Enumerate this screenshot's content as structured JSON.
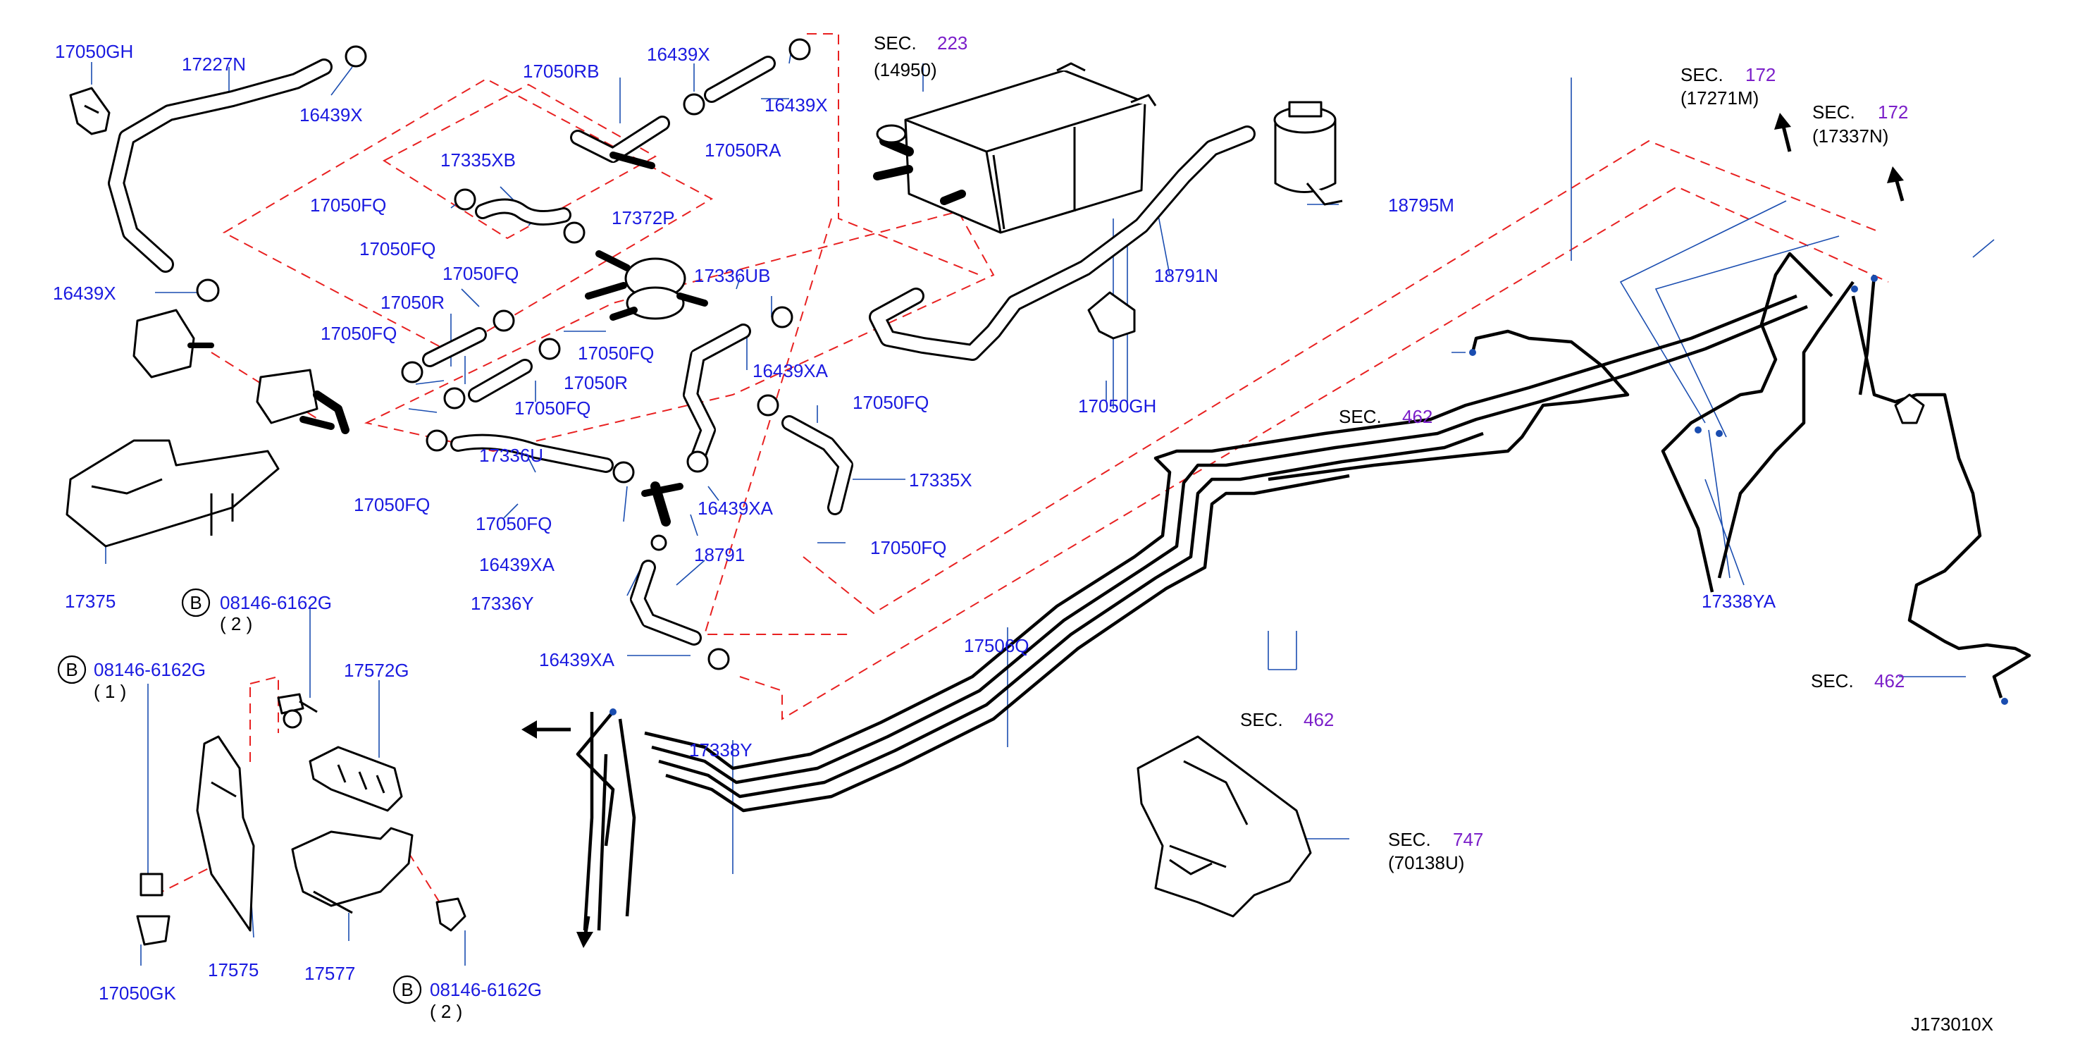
{
  "colors": {
    "part_label": "#1a1ae0",
    "section_number": "#7b1fc9",
    "section_text": "#000000",
    "dashed_line": "#e82020",
    "leader_line": "#1a4db0"
  },
  "diagram_id": "J173010X",
  "bolt_marker": "B",
  "parts": {
    "p17050GH_a": "17050GH",
    "p17227N": "17227N",
    "p16439X_a": "16439X",
    "p17050RB": "17050RB",
    "p16439X_b": "16439X",
    "p16439X_c": "16439X",
    "p17050RA": "17050RA",
    "p17335XB": "17335XB",
    "p17050FQ_a": "17050FQ",
    "p17372P": "17372P",
    "p17050FQ_b": "17050FQ",
    "p16439X_d": "16439X",
    "p17050FQ_c": "17050FQ",
    "p17050R_a": "17050R",
    "p17336UB": "17336UB",
    "p17050FQ_d": "17050FQ",
    "p17050FQ_e": "17050FQ",
    "p17050R_b": "17050R",
    "p16439XA_a": "16439XA",
    "p17050FQ_f": "17050FQ",
    "p17050FQ_g": "17050FQ",
    "p17335X": "17335X",
    "p17050FQ_h": "17050FQ",
    "p17336U": "17336U",
    "p16439XA_b": "16439XA",
    "p17050FQ_i": "17050FQ",
    "p18791": "18791",
    "p17050FQ_j": "17050FQ",
    "p16439XA_c": "16439XA",
    "p17375": "17375",
    "p17336Y": "17336Y",
    "p16439XA_d": "16439XA",
    "p18791N": "18791N",
    "p17050GH_b": "17050GH",
    "p18795M": "18795M",
    "p17506Q": "17506Q",
    "p17338Y": "17338Y",
    "p17338YA": "17338YA",
    "p17572G": "17572G",
    "p17575": "17575",
    "p17577": "17577",
    "p17050GK": "17050GK",
    "bolt1": "08146-6162G",
    "bolt1_qty": "( 2 )",
    "bolt2": "08146-6162G",
    "bolt2_qty": "( 1 )",
    "bolt3": "08146-6162G",
    "bolt3_qty": "( 2 )"
  },
  "sections": {
    "s223": {
      "prefix": "SEC.",
      "num": "223",
      "ref": "(14950)"
    },
    "s172a": {
      "prefix": "SEC.",
      "num": "172",
      "ref": "(17271M)"
    },
    "s172b": {
      "prefix": "SEC.",
      "num": "172",
      "ref": "(17337N)"
    },
    "s462a": {
      "prefix": "SEC.",
      "num": "462"
    },
    "s462b": {
      "prefix": "SEC.",
      "num": "462"
    },
    "s462c": {
      "prefix": "SEC.",
      "num": "462"
    },
    "s747": {
      "prefix": "SEC.",
      "num": "747",
      "ref": "(70138U)"
    }
  }
}
